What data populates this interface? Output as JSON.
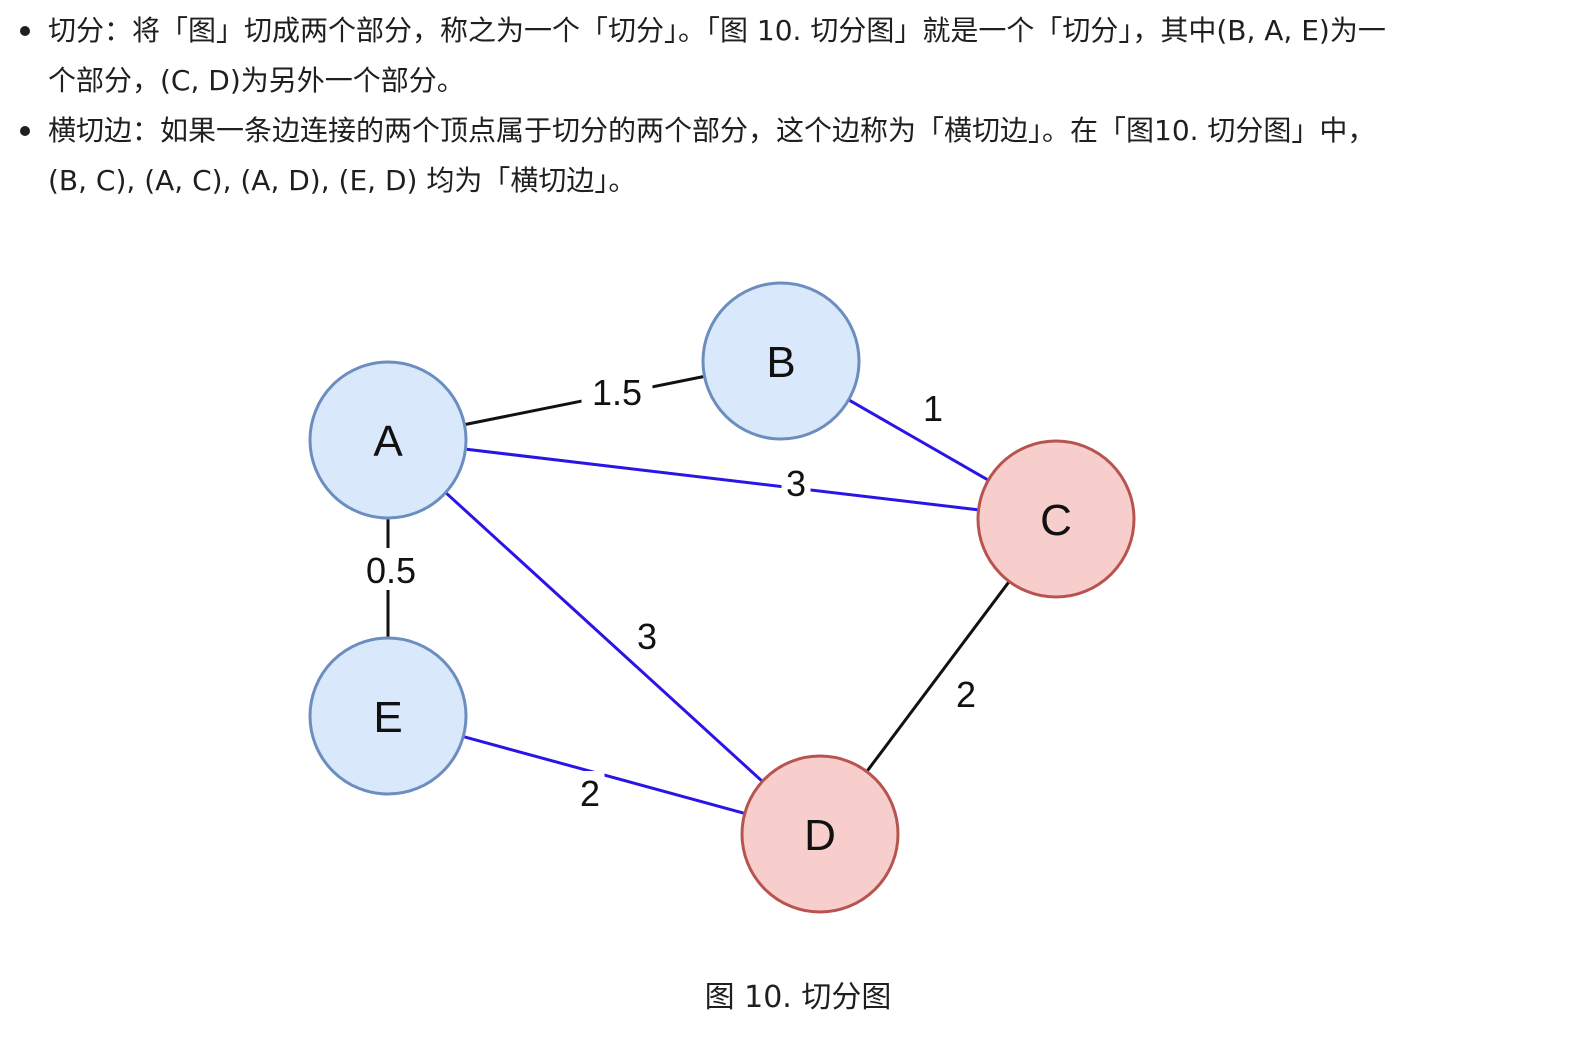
{
  "bullets": [
    {
      "line1": "切分：将「图」切成两个部分，称之为一个「切分」。「图 10. 切分图」就是一个「切分」，其中(B, A, E)为一",
      "line2": "个部分，(C, D)为另外一个部分。"
    },
    {
      "line1": "横切边：如果一条边连接的两个顶点属于切分的两个部分，这个边称为「横切边」。在「图10. 切分图」中，",
      "line2": "(B, C), (A, C), (A, D), (E, D) 均为「横切边」。"
    }
  ],
  "diagram": {
    "colors": {
      "group1_fill": "#dae8fc",
      "group1_stroke": "#6c8ebf",
      "group2_fill": "#f8cecc",
      "group2_stroke": "#b85450",
      "cut_edge": "#2a14e6",
      "normal_edge": "#111111"
    },
    "nodes": [
      {
        "id": "A",
        "label": "A",
        "group": 1
      },
      {
        "id": "B",
        "label": "B",
        "group": 1
      },
      {
        "id": "C",
        "label": "C",
        "group": 2
      },
      {
        "id": "D",
        "label": "D",
        "group": 2
      },
      {
        "id": "E",
        "label": "E",
        "group": 1
      }
    ],
    "edges": [
      {
        "from": "A",
        "to": "B",
        "weight": "1.5",
        "cut": false
      },
      {
        "from": "B",
        "to": "C",
        "weight": "1",
        "cut": true
      },
      {
        "from": "A",
        "to": "C",
        "weight": "3",
        "cut": true
      },
      {
        "from": "A",
        "to": "D",
        "weight": "3",
        "cut": true
      },
      {
        "from": "A",
        "to": "E",
        "weight": "0.5",
        "cut": false
      },
      {
        "from": "C",
        "to": "D",
        "weight": "2",
        "cut": false
      },
      {
        "from": "E",
        "to": "D",
        "weight": "2",
        "cut": true
      }
    ]
  },
  "caption": "图 10. 切分图"
}
